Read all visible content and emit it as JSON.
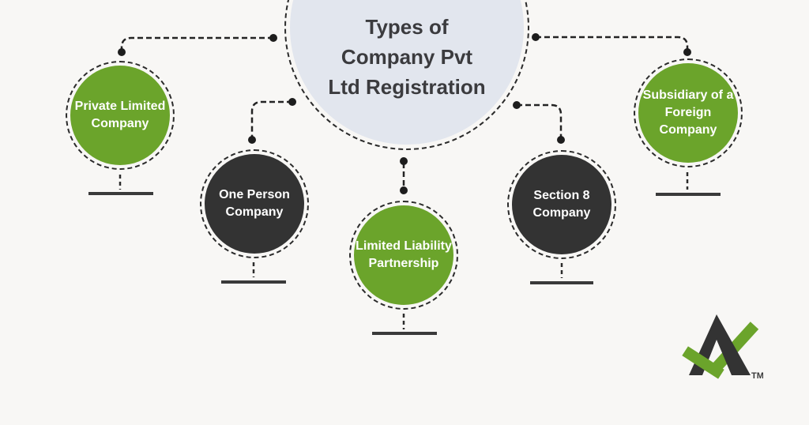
{
  "title": {
    "full": "Types of Company Pvt Ltd Registration",
    "lines": [
      "Types of",
      "Company Pvt",
      "Ltd Registration"
    ]
  },
  "nodes": [
    {
      "id": "private-limited-company",
      "label": "Private Limited Company",
      "variant": "green"
    },
    {
      "id": "one-person-company",
      "label": "One Person Company",
      "variant": "dark"
    },
    {
      "id": "limited-liability-partnership",
      "label": "Limited Liability Partnership",
      "variant": "green"
    },
    {
      "id": "section-8-company",
      "label": "Section 8 Company",
      "variant": "dark"
    },
    {
      "id": "subsidiary-of-foreign-company",
      "label": "Subsidiary of a Foreign Company",
      "variant": "green"
    }
  ],
  "logo": {
    "tm": "TM"
  },
  "colors": {
    "green": "#6BA42B",
    "dark": "#333333",
    "central_fill": "#E2E6EE",
    "background": "#F8F7F5",
    "line": "#242424",
    "title_text": "#3B3B3E"
  }
}
